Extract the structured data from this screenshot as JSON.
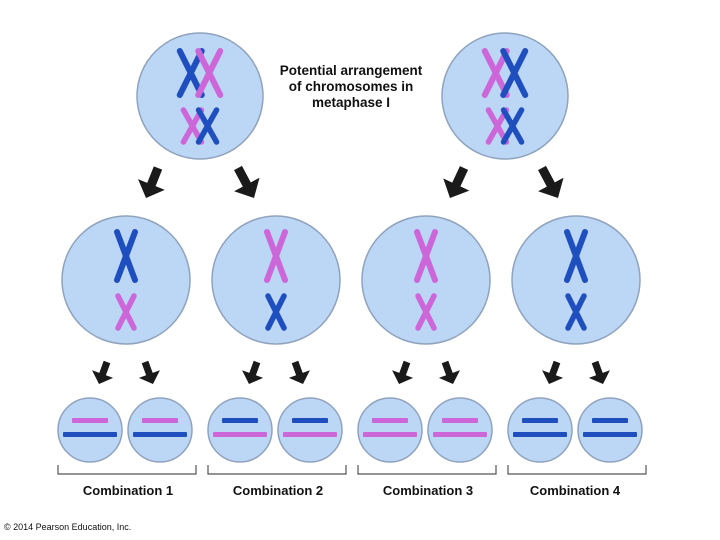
{
  "title_lines": [
    "Potential arrangement",
    "of chromosomes in",
    "metaphase I"
  ],
  "copyright": "© 2014 Pearson Education, Inc.",
  "colors": {
    "cell_fill": "#bcd6f5",
    "cell_stroke": "#8fa3bd",
    "chromosome_blue": "#1f4fbf",
    "chromosome_pink": "#cc66d9",
    "arrow": "#1a1a1a",
    "bracket": "#555555"
  },
  "metaphase_cells": [
    {
      "top_pair": [
        "blue",
        "pink"
      ],
      "bottom_pair": [
        "pink",
        "blue"
      ]
    },
    {
      "top_pair": [
        "pink",
        "blue"
      ],
      "bottom_pair": [
        "pink",
        "blue"
      ]
    }
  ],
  "combinations": [
    {
      "label": "Combination 1",
      "daughter_chromosomes": [
        "blue",
        "pink"
      ],
      "gamete_chromatids": [
        "pink",
        "blue"
      ]
    },
    {
      "label": "Combination 2",
      "daughter_chromosomes": [
        "pink",
        "blue"
      ],
      "gamete_chromatids": [
        "blue",
        "pink"
      ]
    },
    {
      "label": "Combination 3",
      "daughter_chromosomes": [
        "pink",
        "pink"
      ],
      "gamete_chromatids": [
        "pink",
        "pink"
      ]
    },
    {
      "label": "Combination 4",
      "daughter_chromosomes": [
        "blue",
        "blue"
      ],
      "gamete_chromatids": [
        "blue",
        "blue"
      ]
    }
  ]
}
